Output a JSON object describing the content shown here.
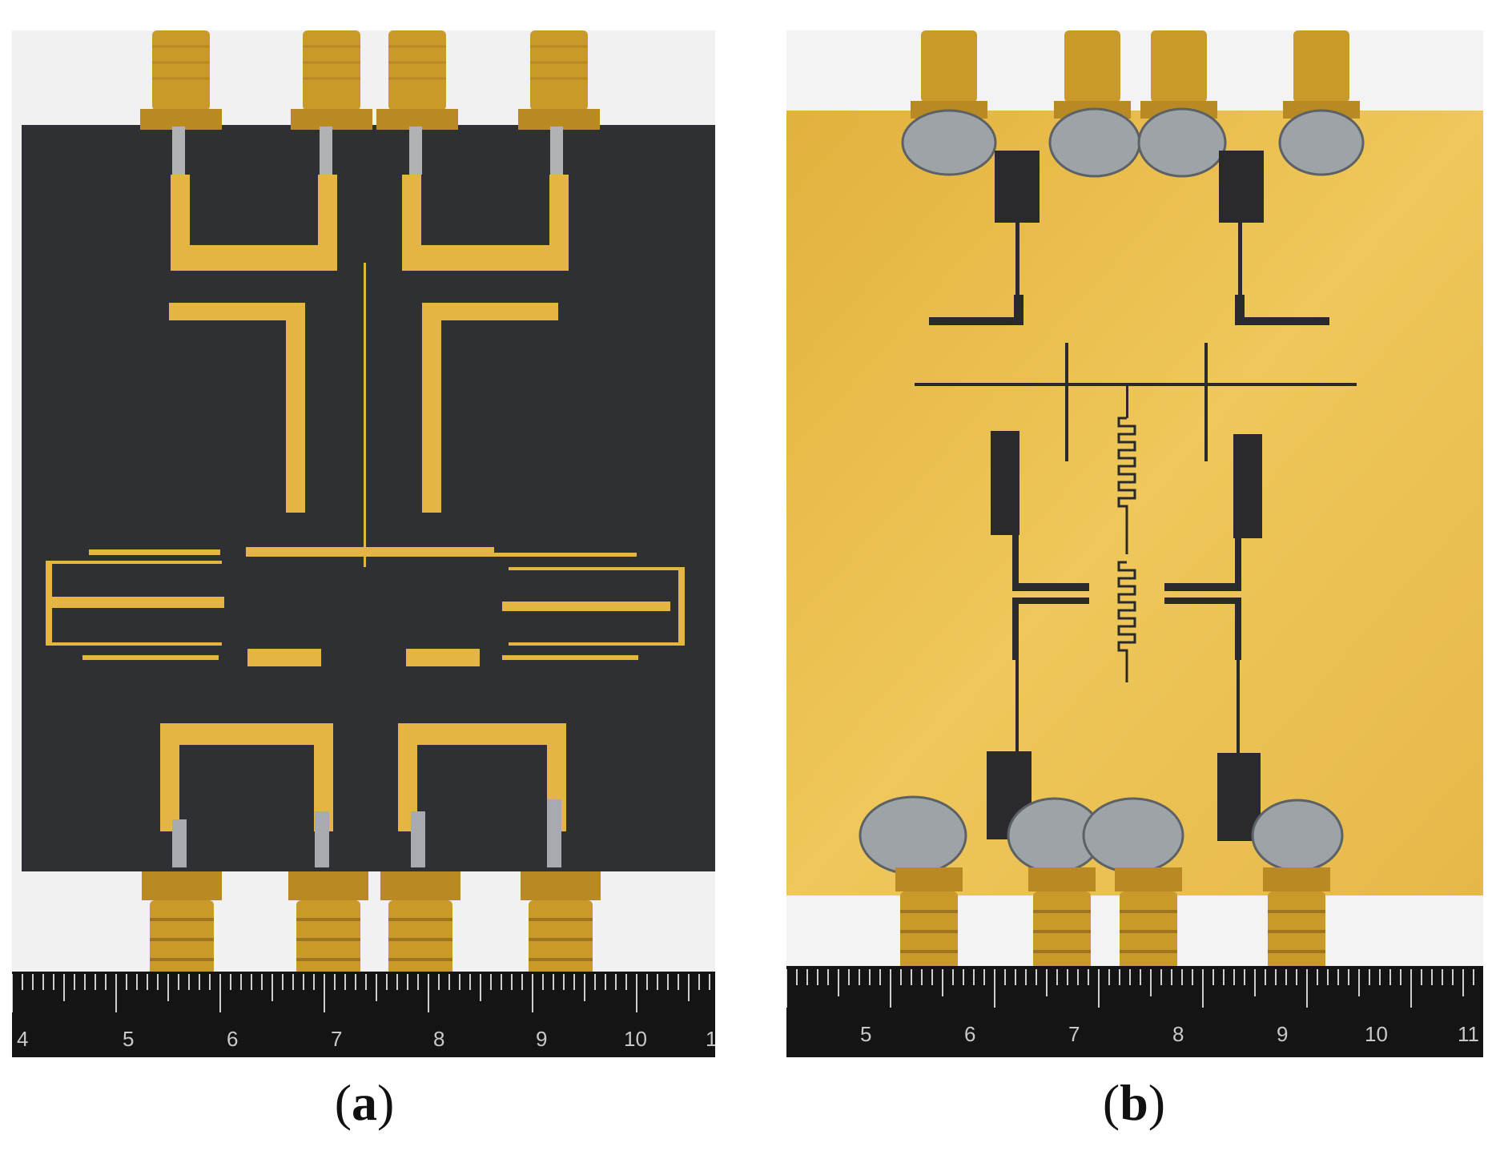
{
  "panels": [
    {
      "id": "a",
      "caption_open": "(",
      "caption_letter": "a",
      "caption_close": ")",
      "ruler_numbers": [
        "4",
        "5",
        "6",
        "7",
        "8",
        "9",
        "10",
        "1"
      ]
    },
    {
      "id": "b",
      "caption_open": "(",
      "caption_letter": "b",
      "caption_close": ")",
      "ruler_numbers": [
        "5",
        "6",
        "7",
        "8",
        "9",
        "10",
        "11"
      ]
    }
  ],
  "colors": {
    "board_dark": "#2f3033",
    "gold": "#e4b545",
    "gold_light": "#f0c95c",
    "connector_gold": "#c9992a",
    "solder": "#9ea3a8",
    "ruler_black": "#141414",
    "background": "#f3f3f3"
  }
}
